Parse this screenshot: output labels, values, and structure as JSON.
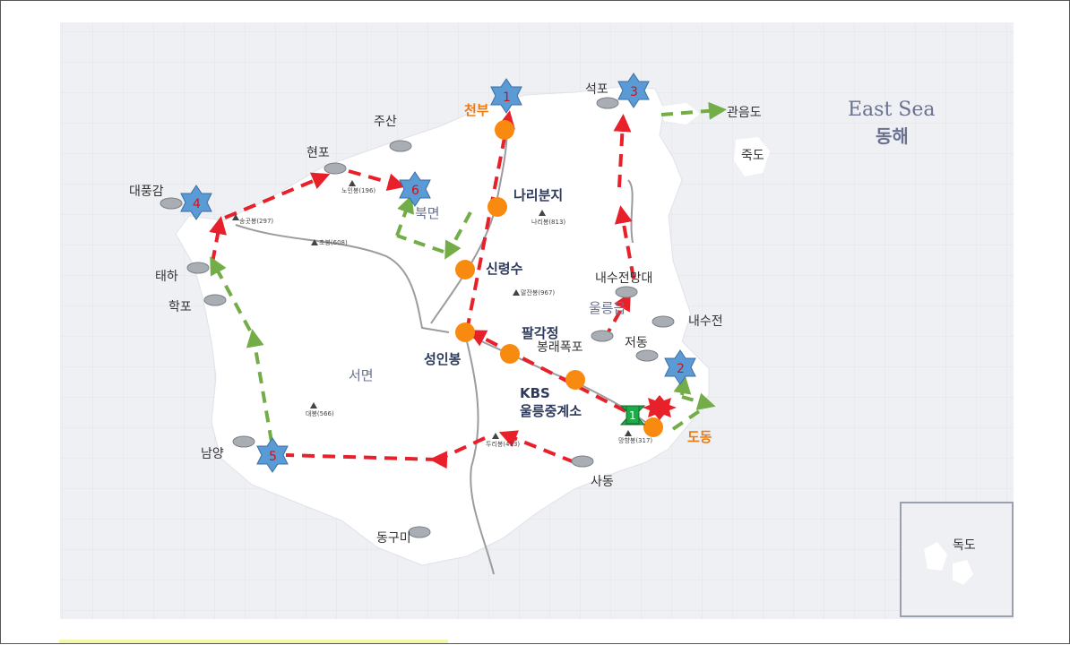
{
  "map": {
    "sea": {
      "en": "East Sea",
      "ko": "동해"
    },
    "inset_label": "독도",
    "regions": [
      "북면",
      "서면",
      "울릉읍"
    ],
    "orange_places": [
      "천부",
      "도동"
    ],
    "major_places": [
      "나리분지",
      "신령수",
      "성인봉",
      "팔각정",
      "KBS",
      "울릉중계소"
    ],
    "villages": [
      "석포",
      "관음도",
      "죽도",
      "주산",
      "현포",
      "대풍감",
      "태하",
      "학포",
      "남양",
      "동구미",
      "사동",
      "내수전망대",
      "내수전",
      "저동",
      "봉래폭포"
    ],
    "peaks": [
      "노인봉(196)",
      "송곳봉(297)",
      "초봉(608)",
      "나리봉(813)",
      "말잔봉(967)",
      "대봉(566)",
      "두리봉(413)",
      "망향봉(317)"
    ],
    "waypoints": [
      {
        "number": "1",
        "kind": "blue-star"
      },
      {
        "number": "2",
        "kind": "blue-star"
      },
      {
        "number": "3",
        "kind": "blue-star"
      },
      {
        "number": "4",
        "kind": "blue-star"
      },
      {
        "number": "5",
        "kind": "blue-star"
      },
      {
        "number": "6",
        "kind": "blue-star"
      },
      {
        "number": "1",
        "kind": "green-start"
      }
    ],
    "colors": {
      "red_route": "#e8202a",
      "green_route": "#72ad48",
      "star": "#5b9bd5",
      "orange": "#f98a10",
      "start": "#1faa4a",
      "land": "#ffffff",
      "sea": "#eef0f4"
    }
  }
}
